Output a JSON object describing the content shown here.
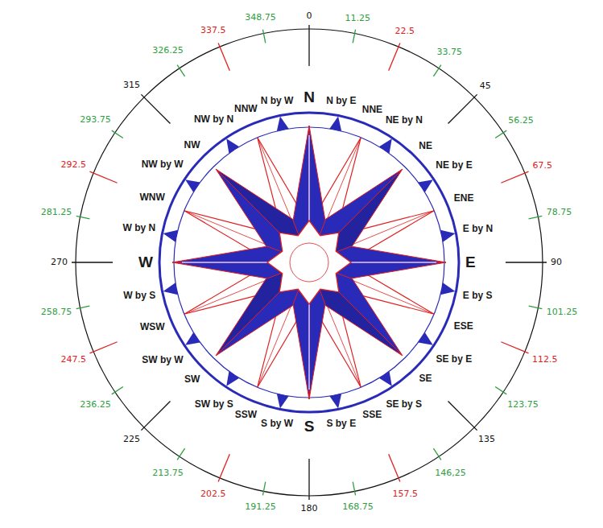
{
  "diagram": {
    "labels": [
      "N",
      "N by E",
      "NNE",
      "NE by N",
      "NE",
      "NE by E",
      "ENE",
      "E by N",
      "E",
      "E by S",
      "ESE",
      "SE by E",
      "SE",
      "SE by S",
      "SSE",
      "S by E",
      "S",
      "S by W",
      "SSW",
      "SW by S",
      "SW",
      "SW by W",
      "WSW",
      "W by S",
      "W",
      "W by N",
      "WNW",
      "NW by W",
      "NW",
      "NW by N",
      "NNW",
      "N by W",
      "0",
      "11.25",
      "22.5",
      "33.75",
      "45",
      "56.25",
      "67.5",
      "78.75",
      "90",
      "101.25",
      "112.5",
      "123.75",
      "135",
      "146,25",
      "157.5",
      "168.75",
      "180",
      "191.25",
      "202.5",
      "213.75",
      "225",
      "236.25",
      "247.5",
      "258.75",
      "270",
      "281.25",
      "292.5",
      "293.75",
      "315",
      "326.25",
      "337.5",
      "348.75"
    ]
  }
}
